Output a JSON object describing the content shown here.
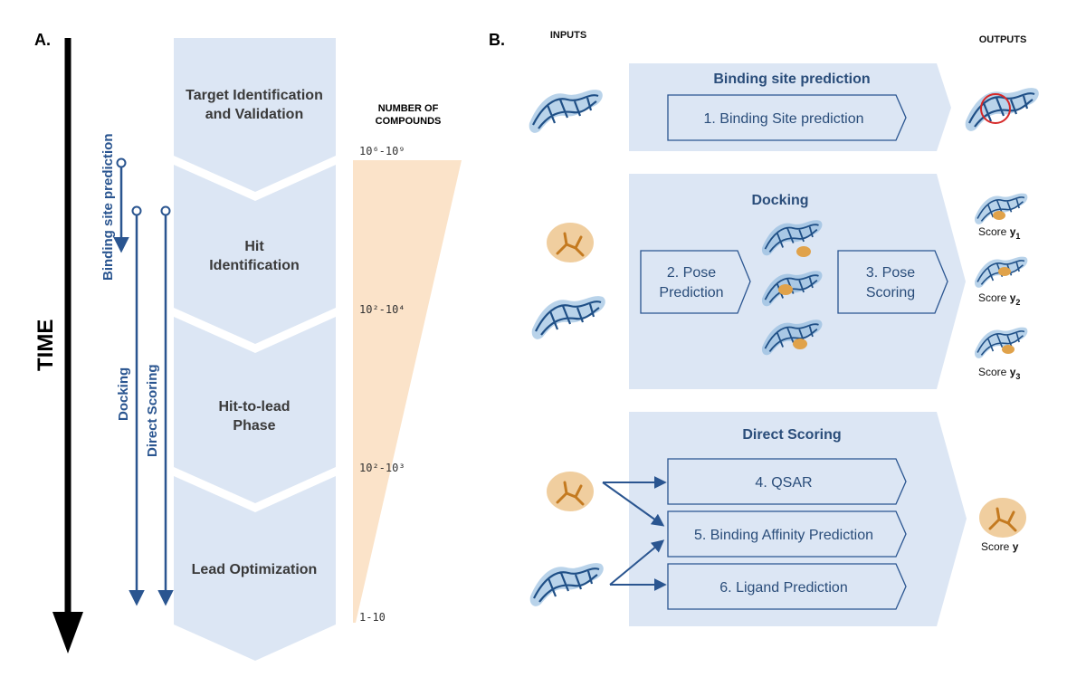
{
  "panel_a": {
    "label": "A.",
    "time_label": "TIME",
    "stages": [
      {
        "line1": "Target Identification",
        "line2": "and Validation"
      },
      {
        "line1": "Hit",
        "line2": "Identification"
      },
      {
        "line1": "Hit-to-lead",
        "line2": "Phase"
      },
      {
        "line1": "Lead Optimization",
        "line2": ""
      }
    ],
    "compounds_header": {
      "line1": "NUMBER OF",
      "line2": "COMPOUNDS"
    },
    "compound_counts": [
      "10⁶-10⁹",
      "10²-10⁴",
      "10²-10³",
      "1-10"
    ],
    "methods": [
      "Binding site prediction",
      "Docking",
      "Direct Scoring"
    ]
  },
  "panel_b": {
    "label": "B.",
    "inputs_label": "INPUTS",
    "outputs_label": "OUTPUTS",
    "binding": {
      "title": "Binding site prediction",
      "step": "1. Binding Site prediction"
    },
    "docking": {
      "title": "Docking",
      "pose_pred": {
        "line1": "2. Pose",
        "line2": "Prediction"
      },
      "pose_scoring": {
        "line1": "3. Pose",
        "line2": "Scoring"
      },
      "scores": [
        {
          "text": "Score ",
          "sub": "1"
        },
        {
          "text": "Score ",
          "sub": "2"
        },
        {
          "text": "Score ",
          "sub": "3"
        }
      ]
    },
    "direct": {
      "title": "Direct Scoring",
      "steps": [
        "4. QSAR",
        "5. Binding Affinity Prediction",
        "6. Ligand Prediction"
      ],
      "score": "Score "
    },
    "score_var": "y"
  },
  "colors": {
    "stage_fill": "#dce6f4",
    "arrow_blue": "#2a5590",
    "funnel": "#fbe3c9",
    "ligand": "#e0a24a",
    "protein": "#3c7bbf"
  }
}
